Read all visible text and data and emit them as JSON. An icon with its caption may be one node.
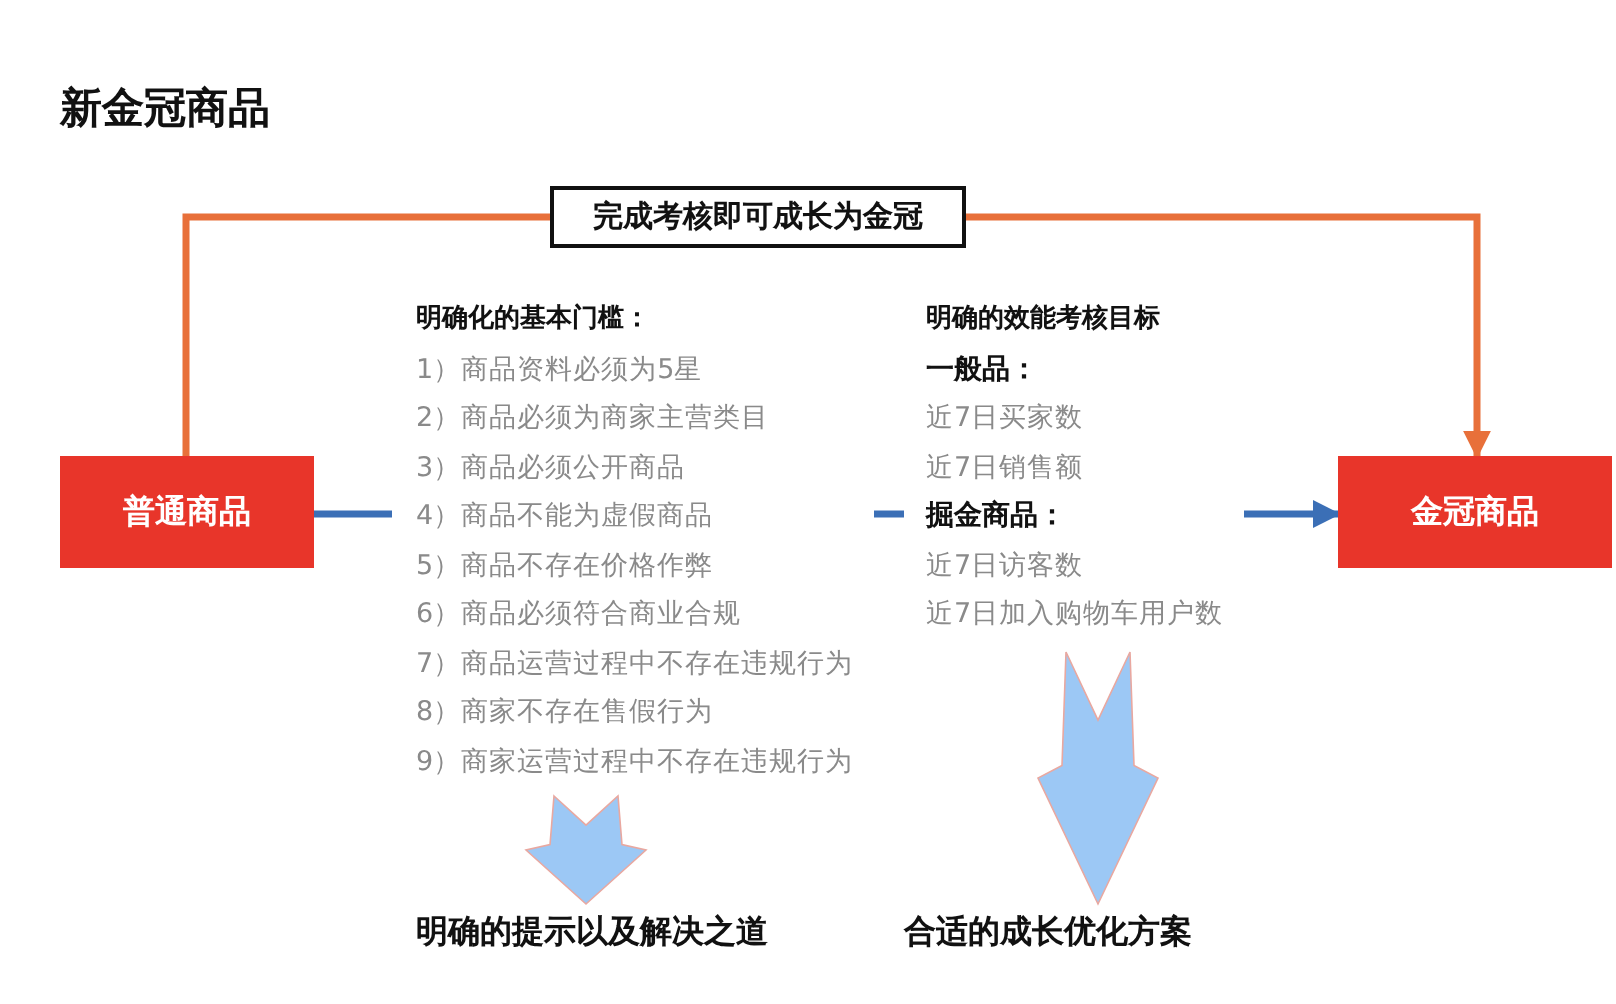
{
  "diagram": {
    "title": "新金冠商品",
    "nodes": [
      {
        "text": [
          "普通商品"
        ]
      },
      {
        "text": [
          "金冠商品"
        ]
      },
      {
        "text": [
          "完成考核即可成长为金冠"
        ]
      },
      {
        "text": [
          "明确化的基本门槛：",
          "1）商品资料必须为5星",
          "2）商品必须为商家主营类目",
          "3）商品必须公开商品",
          "4）商品不能为虚假商品",
          "5）商品不存在价格作弊",
          "6）商品必须符合商业合规",
          "7）商品运营过程中不存在违规行为",
          "8）商家不存在售假行为",
          "9）商家运营过程中不存在违规行为"
        ]
      },
      {
        "text": [
          "明确的效能考核目标",
          "一般品：",
          "近7日买家数",
          "近7日销售额",
          "掘金商品：",
          "近7日访客数",
          "近7日加入购物车用户数"
        ]
      },
      {
        "text": [
          "明确的提示以及解决之道"
        ]
      },
      {
        "text": [
          "合适的成长优化方案"
        ]
      }
    ],
    "edges": [
      {
        "from": 0,
        "to": 2,
        "arrow": "none",
        "color": "#e8703a"
      },
      {
        "from": 2,
        "to": 1,
        "arrow": "to",
        "color": "#e8703a"
      },
      {
        "from": 0,
        "to": 3,
        "arrow": "none"
      },
      {
        "from": 3,
        "to": 4,
        "arrow": "none"
      },
      {
        "from": 4,
        "to": 1,
        "arrow": "to"
      },
      {
        "from": 3,
        "to": 5,
        "arrow": "to",
        "style": "thick",
        "color": "#9cc8f5"
      },
      {
        "from": 4,
        "to": 6,
        "arrow": "to",
        "style": "thick",
        "color": "#9cc8f5"
      }
    ]
  }
}
